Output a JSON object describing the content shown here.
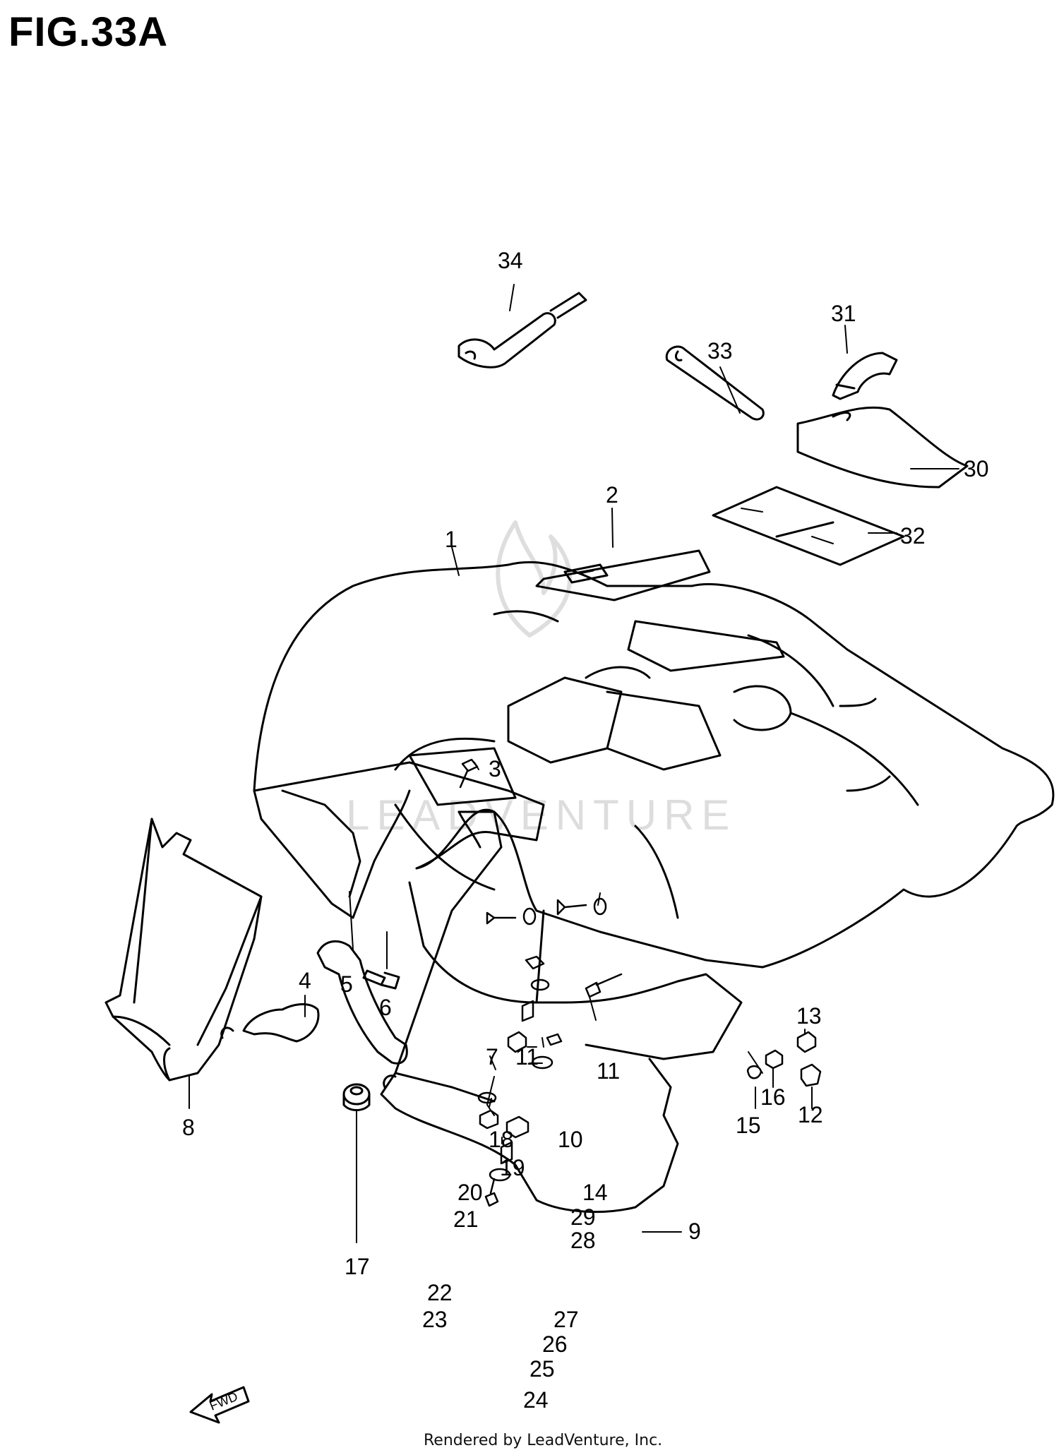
{
  "title": "FIG.33A",
  "watermark": "LEADVENTURE",
  "fwd_label": "FWD",
  "footer": "Rendered by LeadVenture, Inc.",
  "callouts": [
    "1",
    "2",
    "3",
    "4",
    "5",
    "6",
    "7",
    "8",
    "9",
    "10",
    "11",
    "11",
    "12",
    "13",
    "14",
    "15",
    "16",
    "17",
    "18",
    "19",
    "20",
    "21",
    "22",
    "23",
    "24",
    "25",
    "26",
    "27",
    "28",
    "29",
    "30",
    "31",
    "32",
    "33",
    "34"
  ]
}
